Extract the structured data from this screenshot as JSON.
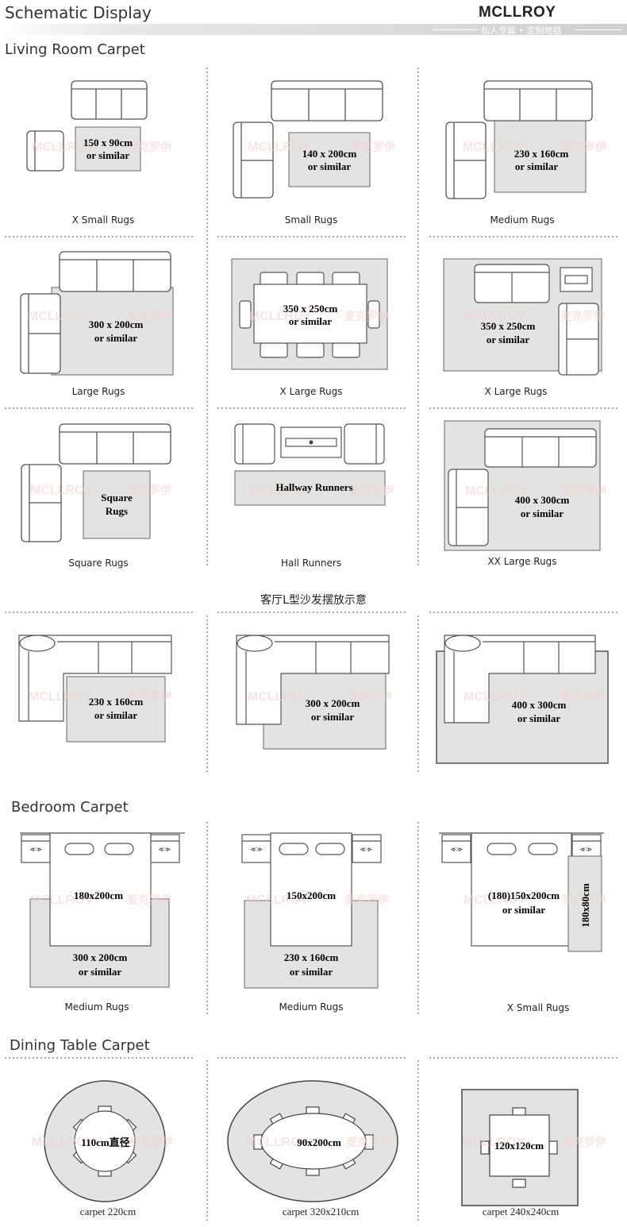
{
  "header": {
    "title": "Schematic Display",
    "brand": "MCLLROY",
    "tagline": "私人专属 • 定制地毯"
  },
  "watermark": {
    "latin": "MCLLROY",
    "chinese": "麦克罗伊"
  },
  "sections": {
    "living": "Living Room Carpet",
    "bedroom": "Bedroom Carpet",
    "dining": "Dining Table Carpet",
    "lshape": "客厅L型沙发摆放示意"
  },
  "living": {
    "r1": {
      "a_l1": "150 x 90cm",
      "a_l2": "or similar",
      "a_cap": "X Small Rugs",
      "b_l1": "140 x 200cm",
      "b_l2": "or similar",
      "b_cap": "Small Rugs",
      "c_l1": "230 x 160cm",
      "c_l2": "or similar",
      "c_cap": "Medium Rugs"
    },
    "r2": {
      "a_l1": "300 x 200cm",
      "a_l2": "or similar",
      "a_cap": "Large Rugs",
      "b_l1": "350 x 250cm",
      "b_l2": "or similar",
      "b_cap": "X Large Rugs",
      "c_l1": "350 x 250cm",
      "c_l2": "or similar",
      "c_cap": "X Large Rugs"
    },
    "r3": {
      "a_l1": "Square",
      "a_l2": "Rugs",
      "a_cap": "Square Rugs",
      "b_l1": "Hallway Runners",
      "b_cap": "Hall Runners",
      "c_l1": "400 x 300cm",
      "c_l2": "or similar",
      "c_cap": "XX Large Rugs"
    }
  },
  "lshape": {
    "a_l1": "230 x 160cm",
    "a_l2": "or similar",
    "b_l1": "300 x 200cm",
    "b_l2": "or similar",
    "c_l1": "400 x 300cm",
    "c_l2": "or similar"
  },
  "bedroom": {
    "a_bed": "180x200cm",
    "a_l1": "300 x 200cm",
    "a_l2": "or similar",
    "a_cap": "Medium Rugs",
    "b_bed": "150x200cm",
    "b_l1": "230 x 160cm",
    "b_l2": "or similar",
    "b_cap": "Medium Rugs",
    "c_bed": "(180)150x200cm",
    "c_l2": "or similar",
    "c_side": "180x80cm",
    "c_cap": "X Small Rugs"
  },
  "dining": {
    "a_l1": "110cm直径",
    "a_cap": "carpet  220cm",
    "b_l1": "90x200cm",
    "b_cap": "carpet  320x210cm",
    "c_l1": "120x120cm",
    "c_cap": "carpet  240x240cm"
  }
}
